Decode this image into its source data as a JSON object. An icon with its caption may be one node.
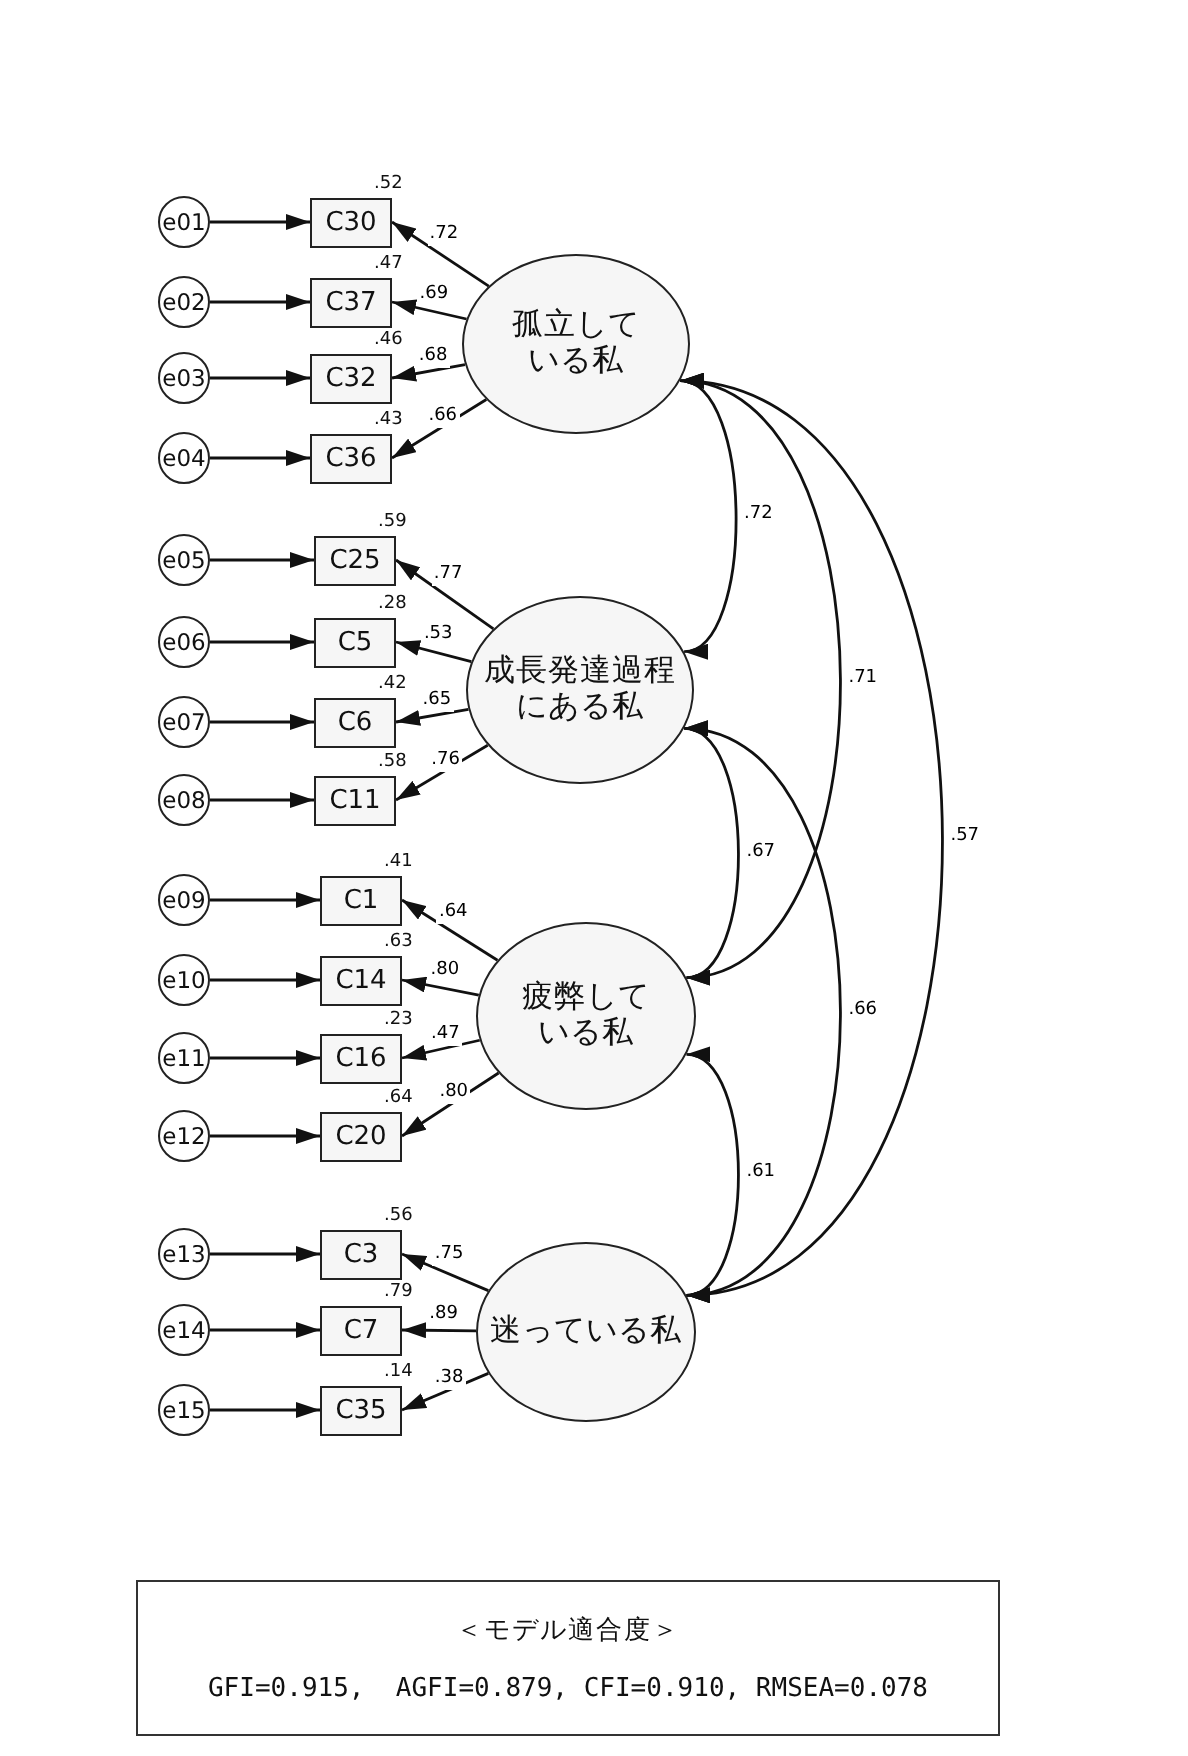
{
  "diagram": {
    "nodes": [
      {
        "text": [
          "e01"
        ]
      },
      {
        "text": [
          "C30"
        ],
        "beside": [
          ".52"
        ]
      },
      {
        "text": [
          "e02"
        ]
      },
      {
        "text": [
          "C37"
        ],
        "beside": [
          ".47"
        ]
      },
      {
        "text": [
          "e03"
        ]
      },
      {
        "text": [
          "C32"
        ],
        "beside": [
          ".46"
        ]
      },
      {
        "text": [
          "e04"
        ]
      },
      {
        "text": [
          "C36"
        ],
        "beside": [
          ".43"
        ]
      },
      {
        "text": [
          "孤立している私"
        ]
      },
      {
        "text": [
          "e05"
        ]
      },
      {
        "text": [
          "C25"
        ],
        "beside": [
          ".59"
        ]
      },
      {
        "text": [
          "e06"
        ]
      },
      {
        "text": [
          "C5"
        ],
        "beside": [
          ".28"
        ]
      },
      {
        "text": [
          "e07"
        ]
      },
      {
        "text": [
          "C6"
        ],
        "beside": [
          ".42"
        ]
      },
      {
        "text": [
          "e08"
        ]
      },
      {
        "text": [
          "C11"
        ],
        "beside": [
          ".58"
        ]
      },
      {
        "text": [
          "成長発達過程にある私"
        ]
      },
      {
        "text": [
          "e09"
        ]
      },
      {
        "text": [
          "C1"
        ],
        "beside": [
          ".41"
        ]
      },
      {
        "text": [
          "e10"
        ]
      },
      {
        "text": [
          "C14"
        ],
        "beside": [
          ".63"
        ]
      },
      {
        "text": [
          "e11"
        ]
      },
      {
        "text": [
          "C16"
        ],
        "beside": [
          ".23"
        ]
      },
      {
        "text": [
          "e12"
        ]
      },
      {
        "text": [
          "C20"
        ],
        "beside": [
          ".64"
        ]
      },
      {
        "text": [
          "疲弊している私"
        ]
      },
      {
        "text": [
          "e13"
        ]
      },
      {
        "text": [
          "C3"
        ],
        "beside": [
          ".56"
        ]
      },
      {
        "text": [
          "e14"
        ]
      },
      {
        "text": [
          "C7"
        ],
        "beside": [
          ".79"
        ]
      },
      {
        "text": [
          "e15"
        ]
      },
      {
        "text": [
          "C35"
        ],
        "beside": [
          ".14"
        ]
      },
      {
        "text": [
          "迷っている私"
        ]
      },
      {
        "text": [
          "＜モデル適合度＞",
          "GFI=0.915,  AGFI=0.879, CFI=0.910, RMSEA=0.078"
        ]
      }
    ],
    "edges": [
      {
        "from": 0,
        "to": 1,
        "arrow": "to"
      },
      {
        "from": 2,
        "to": 3,
        "arrow": "to"
      },
      {
        "from": 4,
        "to": 5,
        "arrow": "to"
      },
      {
        "from": 6,
        "to": 7,
        "arrow": "to"
      },
      {
        "from": 9,
        "to": 10,
        "arrow": "to"
      },
      {
        "from": 11,
        "to": 12,
        "arrow": "to"
      },
      {
        "from": 13,
        "to": 14,
        "arrow": "to"
      },
      {
        "from": 15,
        "to": 16,
        "arrow": "to"
      },
      {
        "from": 18,
        "to": 19,
        "arrow": "to"
      },
      {
        "from": 20,
        "to": 21,
        "arrow": "to"
      },
      {
        "from": 22,
        "to": 23,
        "arrow": "to"
      },
      {
        "from": 24,
        "to": 25,
        "arrow": "to"
      },
      {
        "from": 27,
        "to": 28,
        "arrow": "to"
      },
      {
        "from": 29,
        "to": 30,
        "arrow": "to"
      },
      {
        "from": 31,
        "to": 32,
        "arrow": "to"
      },
      {
        "from": 8,
        "to": 1,
        "label": ".72",
        "arrow": "to"
      },
      {
        "from": 8,
        "to": 3,
        "label": ".69",
        "arrow": "to"
      },
      {
        "from": 8,
        "to": 5,
        "label": ".68",
        "arrow": "to"
      },
      {
        "from": 8,
        "to": 7,
        "label": ".66",
        "arrow": "to"
      },
      {
        "from": 17,
        "to": 10,
        "label": ".77",
        "arrow": "to"
      },
      {
        "from": 17,
        "to": 12,
        "label": ".53",
        "arrow": "to"
      },
      {
        "from": 17,
        "to": 14,
        "label": ".65",
        "arrow": "to"
      },
      {
        "from": 17,
        "to": 16,
        "label": ".76",
        "arrow": "to"
      },
      {
        "from": 26,
        "to": 19,
        "label": ".64",
        "arrow": "to"
      },
      {
        "from": 26,
        "to": 21,
        "label": ".80",
        "arrow": "to"
      },
      {
        "from": 26,
        "to": 23,
        "label": ".47",
        "arrow": "to"
      },
      {
        "from": 26,
        "to": 25,
        "label": ".80",
        "arrow": "to"
      },
      {
        "from": 33,
        "to": 28,
        "label": ".75",
        "arrow": "to"
      },
      {
        "from": 33,
        "to": 30,
        "label": ".89",
        "arrow": "to"
      },
      {
        "from": 33,
        "to": 32,
        "label": ".38",
        "arrow": "to"
      },
      {
        "from": 8,
        "to": 17,
        "label": ".72",
        "arrow": "both"
      },
      {
        "from": 8,
        "to": 26,
        "label": ".71",
        "arrow": "both"
      },
      {
        "from": 8,
        "to": 33,
        "label": ".57",
        "arrow": "both"
      },
      {
        "from": 17,
        "to": 26,
        "label": ".67",
        "arrow": "both"
      },
      {
        "from": 17,
        "to": 33,
        "label": ".66",
        "arrow": "both"
      },
      {
        "from": 26,
        "to": 33,
        "label": ".61",
        "arrow": "both"
      }
    ]
  }
}
